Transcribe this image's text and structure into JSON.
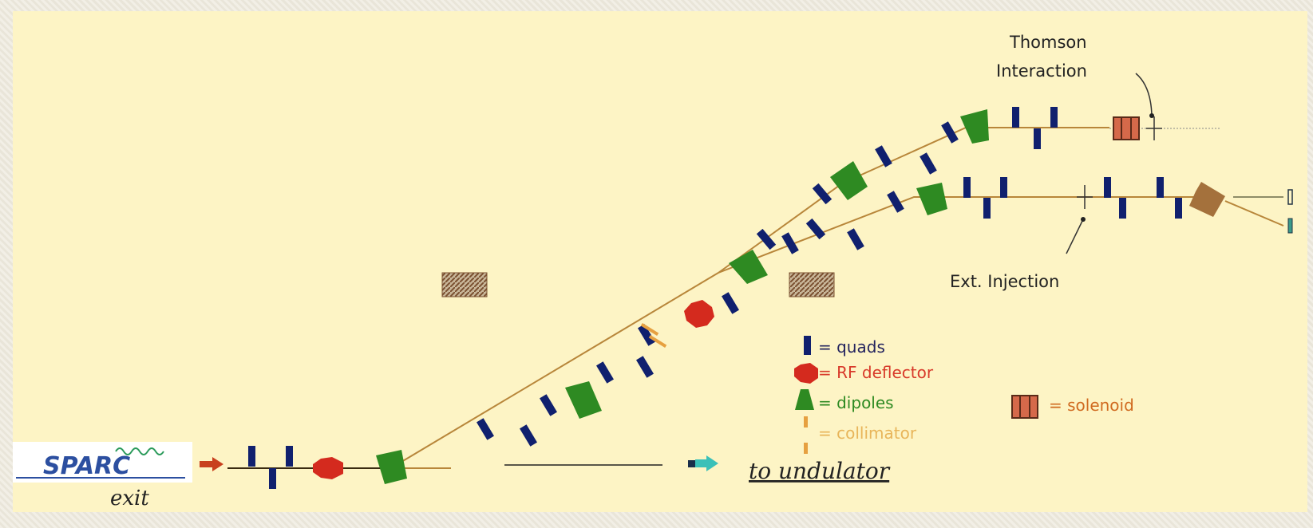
{
  "labels": {
    "thomson": [
      "Thomson",
      "Interaction"
    ],
    "ext_injection": "Ext. Injection",
    "sparc": "SPARC",
    "exit": "exit",
    "to_undulator": "to undulator"
  },
  "legend": {
    "quads": "= quads",
    "rf_deflector": "= RF deflector",
    "dipoles": "= dipoles",
    "collimator": "= collimator",
    "solenoid": "=  solenoid"
  },
  "colors": {
    "background": "#fdf4c5",
    "quad": "#10206e",
    "rf_deflector": "#d42a1e",
    "dipole": "#2e8a22",
    "solenoid": "#d5694a",
    "collimator": "#e6a040",
    "beamline": "#b8863a",
    "legend_quads": "#24245e",
    "legend_rf": "#d83a2a",
    "legend_dipoles": "#2e8a22",
    "legend_collimator": "#e8b55a",
    "legend_solenoid": "#d06a20"
  }
}
